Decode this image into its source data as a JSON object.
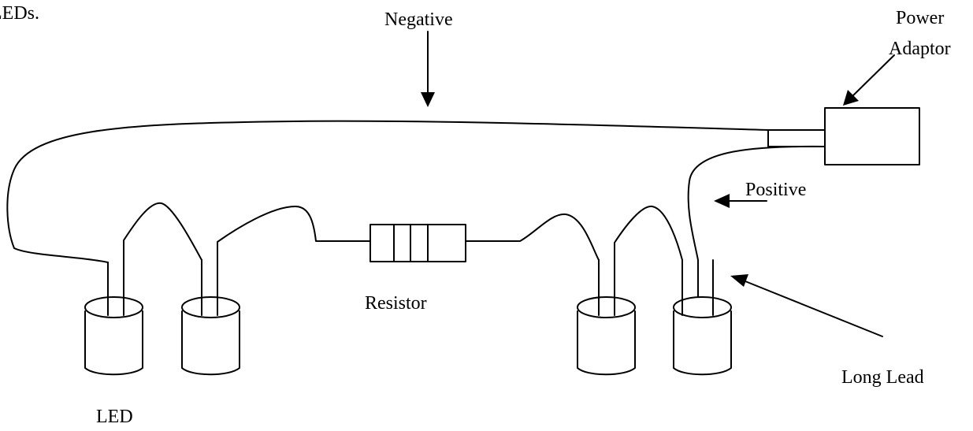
{
  "page_heading_fragment": "LEDs.",
  "labels": {
    "negative": "Negative",
    "power_adaptor_line1": "Power",
    "power_adaptor_line2": "Adaptor",
    "positive": "Positive",
    "resistor": "Resistor",
    "led": "LED",
    "long_lead": "Long Lead"
  },
  "colors": {
    "ink": "#000000",
    "background": "#ffffff"
  }
}
